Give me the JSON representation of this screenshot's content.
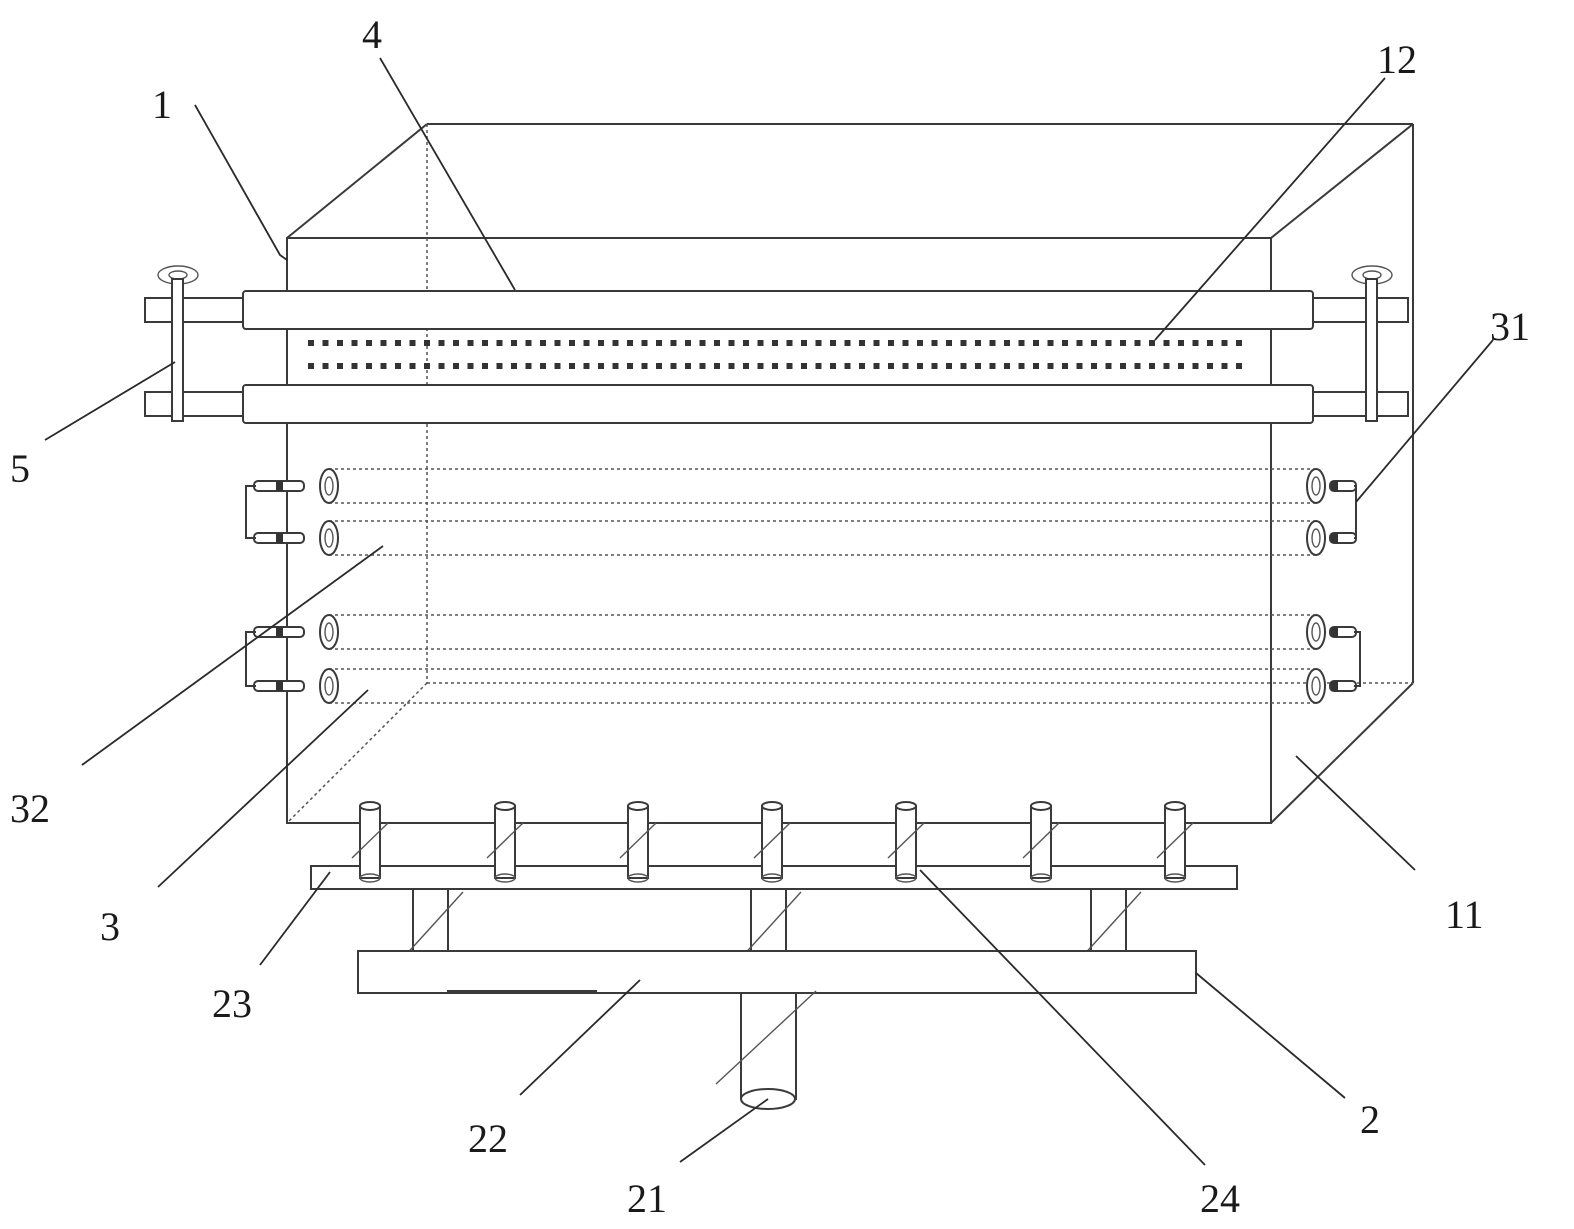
{
  "labels": {
    "l1": "1",
    "l4": "4",
    "l12": "12",
    "l31": "31",
    "l5": "5",
    "l32": "32",
    "l3": "3",
    "l23": "23",
    "l22": "22",
    "l21": "21",
    "l24": "24",
    "l2": "2",
    "l11": "11"
  },
  "colors": {
    "line": "#3a3a3a",
    "text": "#1a1a1a",
    "background": "#ffffff"
  }
}
